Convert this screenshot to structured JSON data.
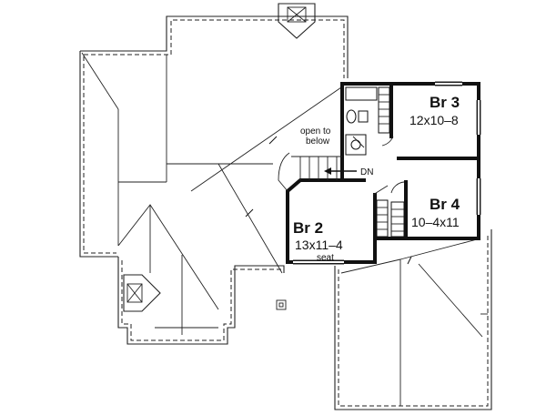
{
  "plan": {
    "rooms": [
      {
        "name": "Br 3",
        "dims": "12x10–8"
      },
      {
        "name": "Br 4",
        "dims": "10–4x11"
      },
      {
        "name": "Br 2",
        "dims": "13x11–4"
      }
    ],
    "notes": {
      "open_line1": "open to",
      "open_line2": "below",
      "stair": "DN",
      "seat": "seat"
    }
  }
}
